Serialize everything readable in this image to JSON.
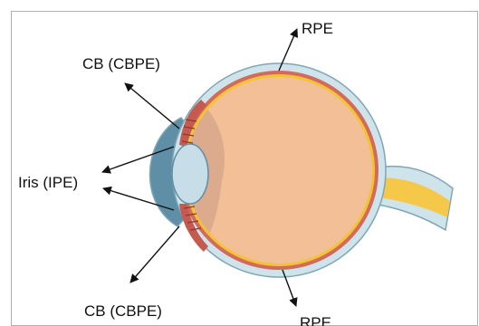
{
  "labels": {
    "rpe_top": "RPE",
    "rpe_bottom": "RPE",
    "cb_top": "CB (CBPE)",
    "cb_bottom": "CB (CBPE)",
    "iris": "Iris (IPE)"
  },
  "colors": {
    "background": "#ffffff",
    "border": "#b0b0b0",
    "sclera": "#cfe3ea",
    "sclera_outline": "#7fa6b6",
    "choroid": "#d46a5e",
    "retina": "#f2c433",
    "vitreous": "#f3bf97",
    "lens": "#c7dde7",
    "cornea": "#5f8fa6",
    "optic_nerve": "#f5c84a",
    "arrow": "#111111"
  }
}
